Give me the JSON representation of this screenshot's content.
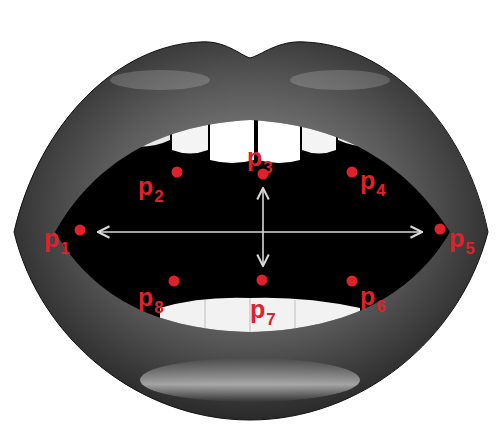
{
  "diagram": {
    "labels": [
      "p1",
      "p2",
      "p3",
      "p4",
      "p5",
      "p6",
      "p7",
      "p8"
    ]
  }
}
